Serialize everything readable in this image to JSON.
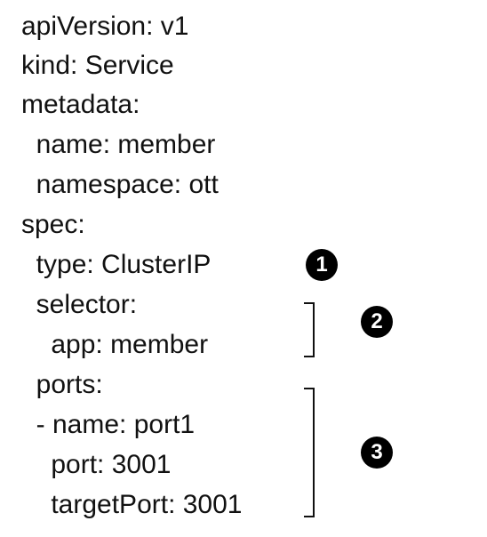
{
  "yaml_lines": [
    "apiVersion: v1",
    "kind: Service",
    "metadata:",
    "  name: member",
    "  namespace: ott",
    "spec:",
    "  type: ClusterIP",
    "  selector:",
    "    app: member",
    "  ports:",
    "  - name: port1",
    "    port: 3001",
    "    targetPort: 3001"
  ],
  "annotations": {
    "one": "1",
    "two": "2",
    "three": "3"
  }
}
